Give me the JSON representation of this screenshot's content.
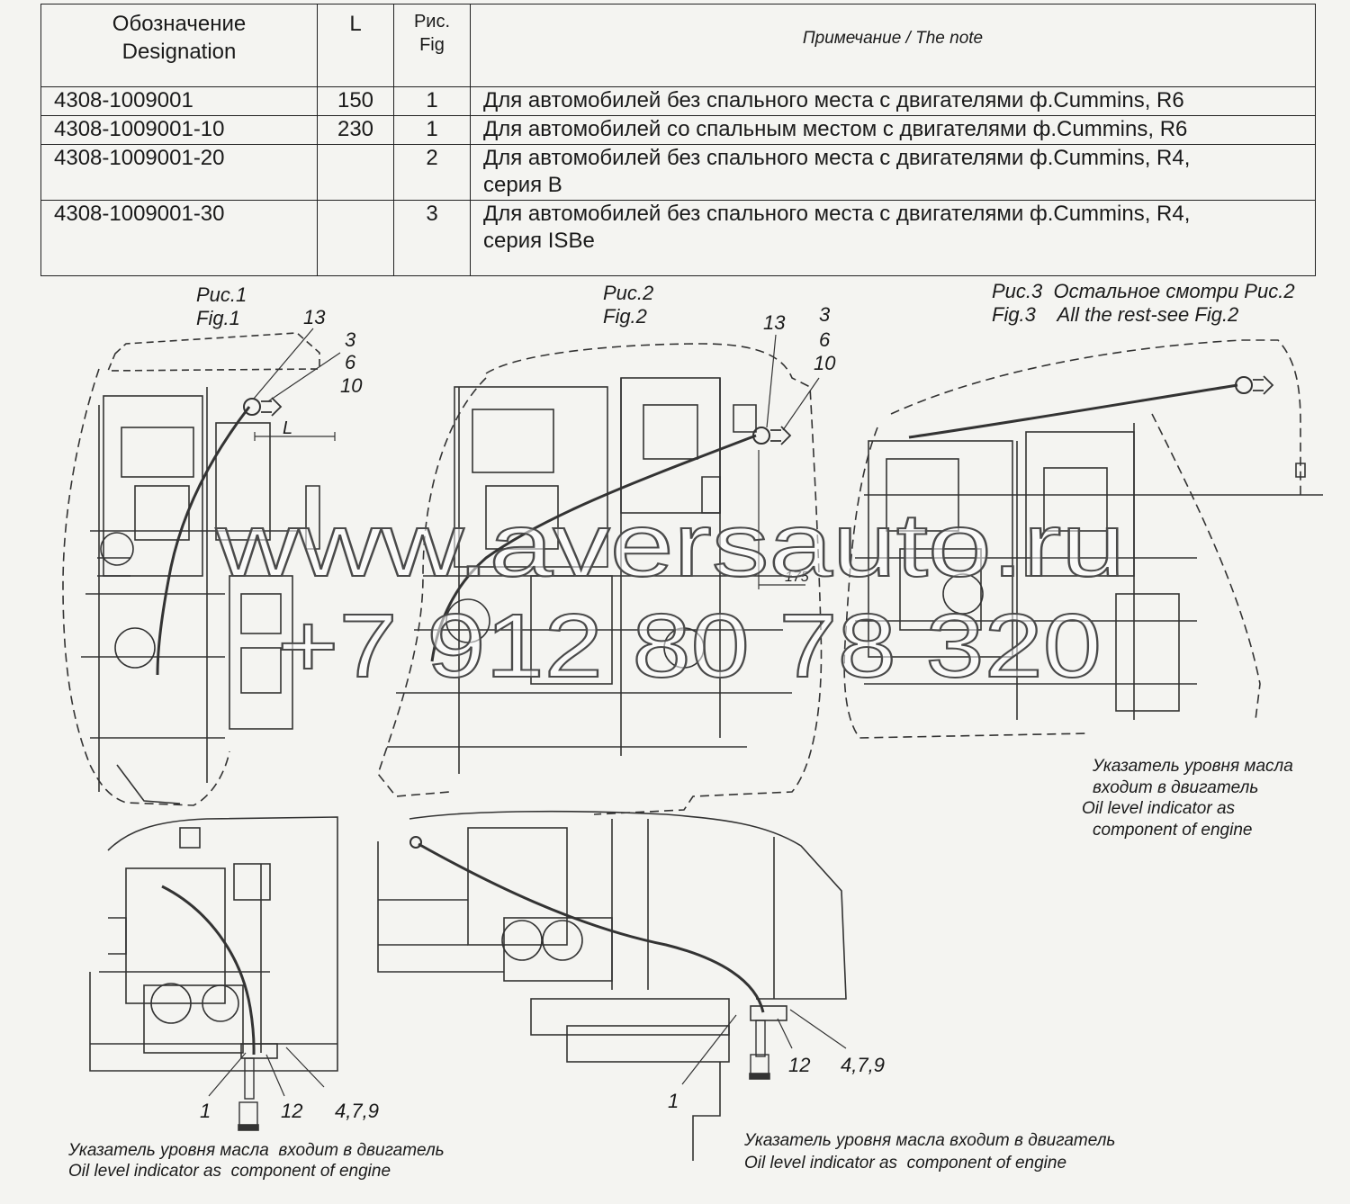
{
  "table": {
    "headers": {
      "designation": [
        "Обозначение",
        "Designation"
      ],
      "length": "L",
      "fig": [
        "Рис.",
        "Fig"
      ],
      "note": "Примечание / The note"
    },
    "rows": [
      {
        "designation": "4308-1009001",
        "length": "150",
        "fig": "1",
        "note": [
          "Для автомобилей без спального места с двигателями ф.Cummins, R6"
        ]
      },
      {
        "designation": "4308-1009001-10",
        "length": "230",
        "fig": "1",
        "note": [
          "Для автомобилей со спальным местом с двигателями ф.Cummins, R6"
        ]
      },
      {
        "designation": "4308-1009001-20",
        "length": "",
        "fig": "2",
        "note": [
          "Для автомобилей без спального места с двигателями ф.Cummins, R4,",
          "серия B"
        ]
      },
      {
        "designation": "4308-1009001-30",
        "length": "",
        "fig": "3",
        "note": [
          "Для автомобилей без спального места с двигателями ф.Cummins, R4,",
          "серия ISBe"
        ]
      }
    ]
  },
  "figures": {
    "fig1": {
      "title_ru": "Рис.1",
      "title_en": "Fig.1",
      "dim_label": "L"
    },
    "fig2": {
      "title_ru": "Рис.2",
      "title_en": "Fig.2",
      "dim_label": "175"
    },
    "fig3": {
      "title_ru": "Рис.3  Остальное смотри Рис.2",
      "title_en": "Fig.3    All the rest-see Fig.2"
    }
  },
  "callouts": {
    "c13": "13",
    "c3": "3",
    "c6": "6",
    "c10": "10",
    "c1": "1",
    "c12": "12",
    "c479": "4,7,9"
  },
  "notes": {
    "fig3": [
      "Указатель уровня масла",
      "входит в двигатель",
      "Oil level indicator as",
      " component of engine"
    ],
    "lower_left": [
      "Указатель уровня масла  входит в двигатель",
      "Oil level indicator as  component of engine"
    ],
    "lower_right": [
      "Указатель уровня масла входит в двигатель",
      "Oil level indicator as  component of engine"
    ]
  },
  "watermark": {
    "line1": "www.aversauto.ru",
    "line2": "+7 912 80 78 320"
  },
  "colors": {
    "background": "#f4f4f1",
    "ink": "#1a1a1a",
    "line": "#333333"
  }
}
